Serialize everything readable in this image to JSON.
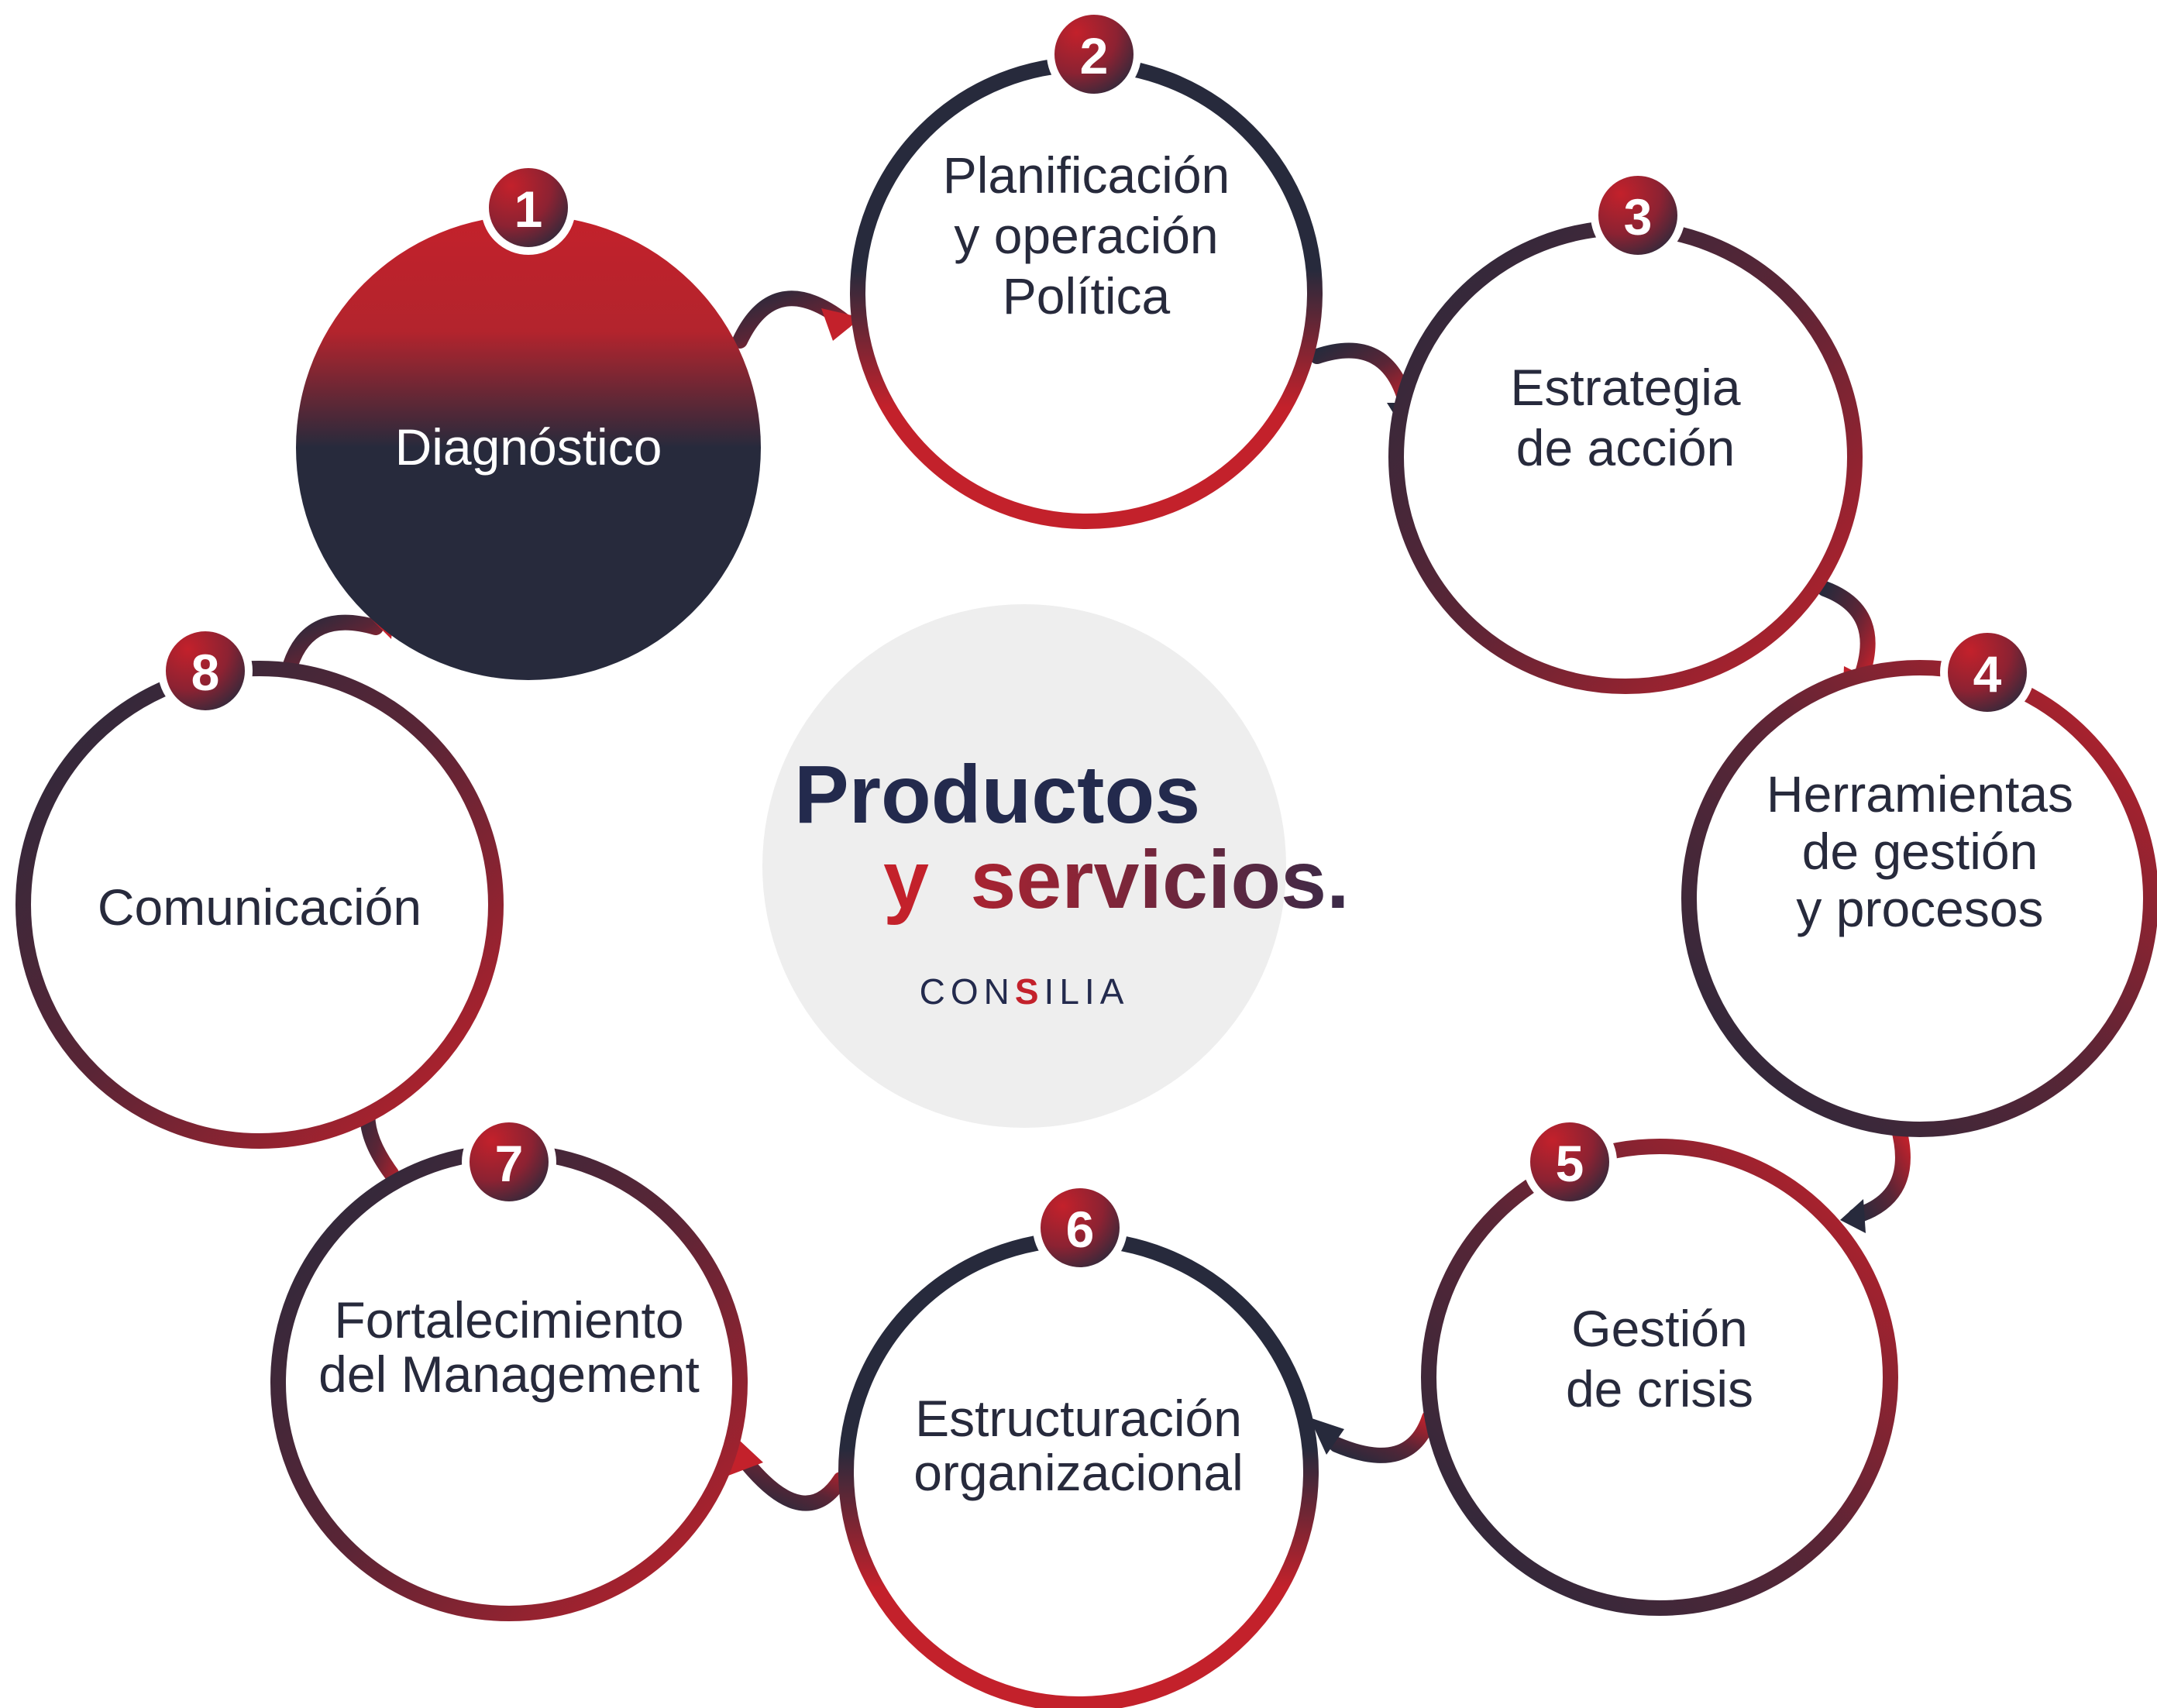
{
  "center": {
    "title_line1": "Productos",
    "title_line2_part1": "y",
    "title_line2_part2": "servicios.",
    "brand_part1": "CON",
    "brand_part2": "S",
    "brand_part3": "ILIA"
  },
  "steps": [
    {
      "number": "1",
      "lines": [
        "Diagnóstico"
      ],
      "highlighted": true
    },
    {
      "number": "2",
      "lines": [
        "Planificación",
        "y operación",
        "Política"
      ]
    },
    {
      "number": "3",
      "lines": [
        "Estrategia",
        "de acción"
      ]
    },
    {
      "number": "4",
      "lines": [
        "Herramientas",
        "de gestión",
        "y procesos"
      ]
    },
    {
      "number": "5",
      "lines": [
        "Gestión",
        "de crisis"
      ]
    },
    {
      "number": "6",
      "lines": [
        "Estructuración",
        "organizacional"
      ]
    },
    {
      "number": "7",
      "lines": [
        "Fortalecimiento",
        "del Management"
      ]
    },
    {
      "number": "8",
      "lines": [
        "Comunicación"
      ]
    }
  ],
  "colors": {
    "navy": "#272a3c",
    "red": "#c3212b",
    "center_bg": "#eeeeee",
    "title_navy": "#232a4d"
  }
}
